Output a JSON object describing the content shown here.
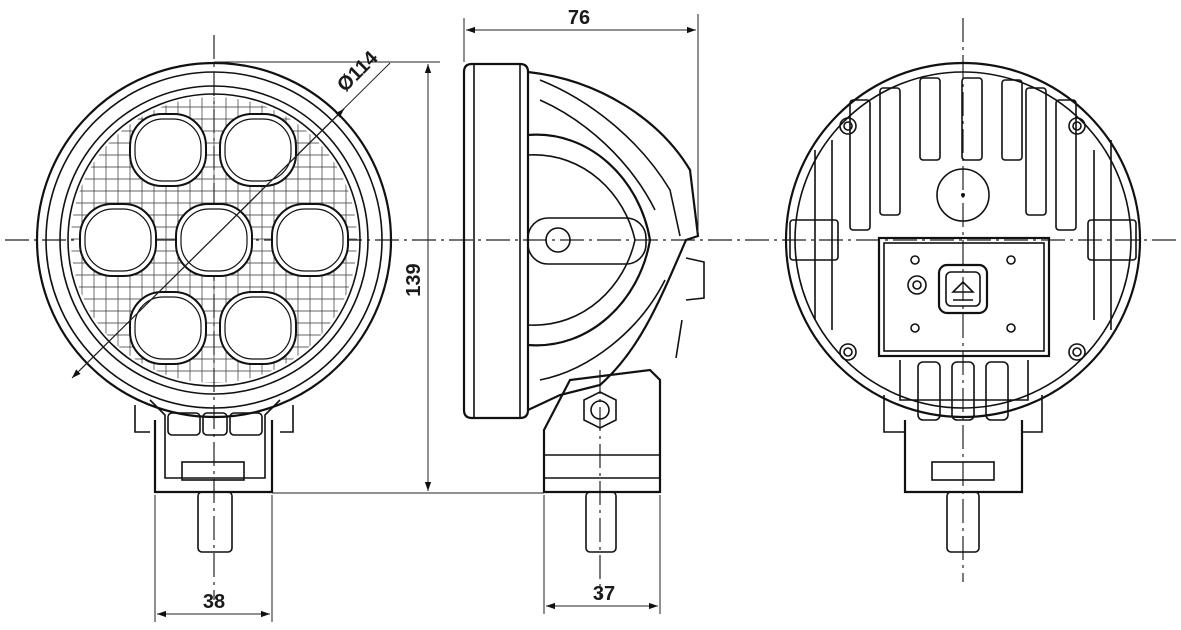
{
  "dimensions": {
    "diameter_label": "Ø114",
    "height_label": "139",
    "depth_label": "76",
    "front_bracket_width_label": "38",
    "side_bracket_width_label": "37"
  }
}
